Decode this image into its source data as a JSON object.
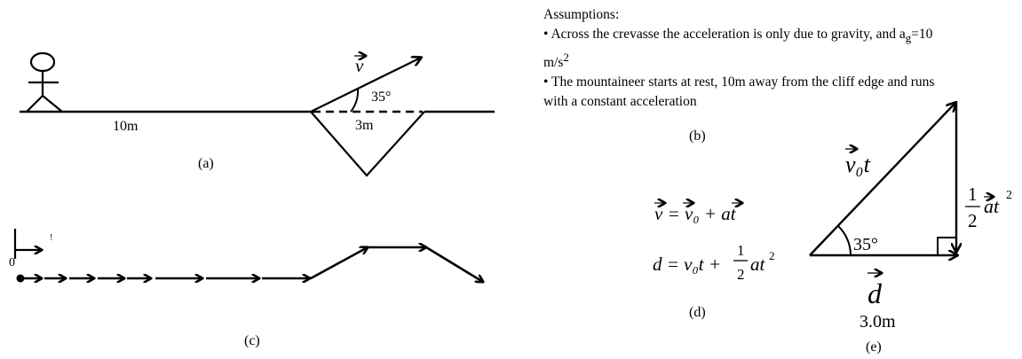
{
  "figure_a": {
    "caption": "(a)",
    "distance_label": "10m",
    "gap_label": "3m",
    "velocity_symbol": "v",
    "angle_label": "35°"
  },
  "figure_b": {
    "caption": "(b)",
    "heading": "Assumptions:",
    "bullet1_pre": "• Across the crevasse the acceleration is only due to gravity, and a",
    "bullet1_sub": "g",
    "bullet1_post": "=10 m/s",
    "bullet1_sup": "2",
    "bullet2": "• The mountaineer starts at rest, 10m away from the cliff edge and runs with a constant acceleration"
  },
  "figure_c": {
    "caption": "(c)",
    "origin_label": "0",
    "tick_label": "!"
  },
  "figure_d": {
    "caption": "(d)",
    "eq1": "v = v₀ + at",
    "eq2_lhs": "d = v₀t +",
    "eq2_frac_num": "1",
    "eq2_frac_den": "2",
    "eq2_rhs": "at",
    "eq2_sup": "2"
  },
  "figure_e": {
    "caption": "(e)",
    "hyp_label": "v₀t",
    "angle_label": "35°",
    "side_frac_num": "1",
    "side_frac_den": "2",
    "side_rhs": "at",
    "side_sup": "2",
    "base_symbol": "d",
    "base_value": "3.0m"
  }
}
